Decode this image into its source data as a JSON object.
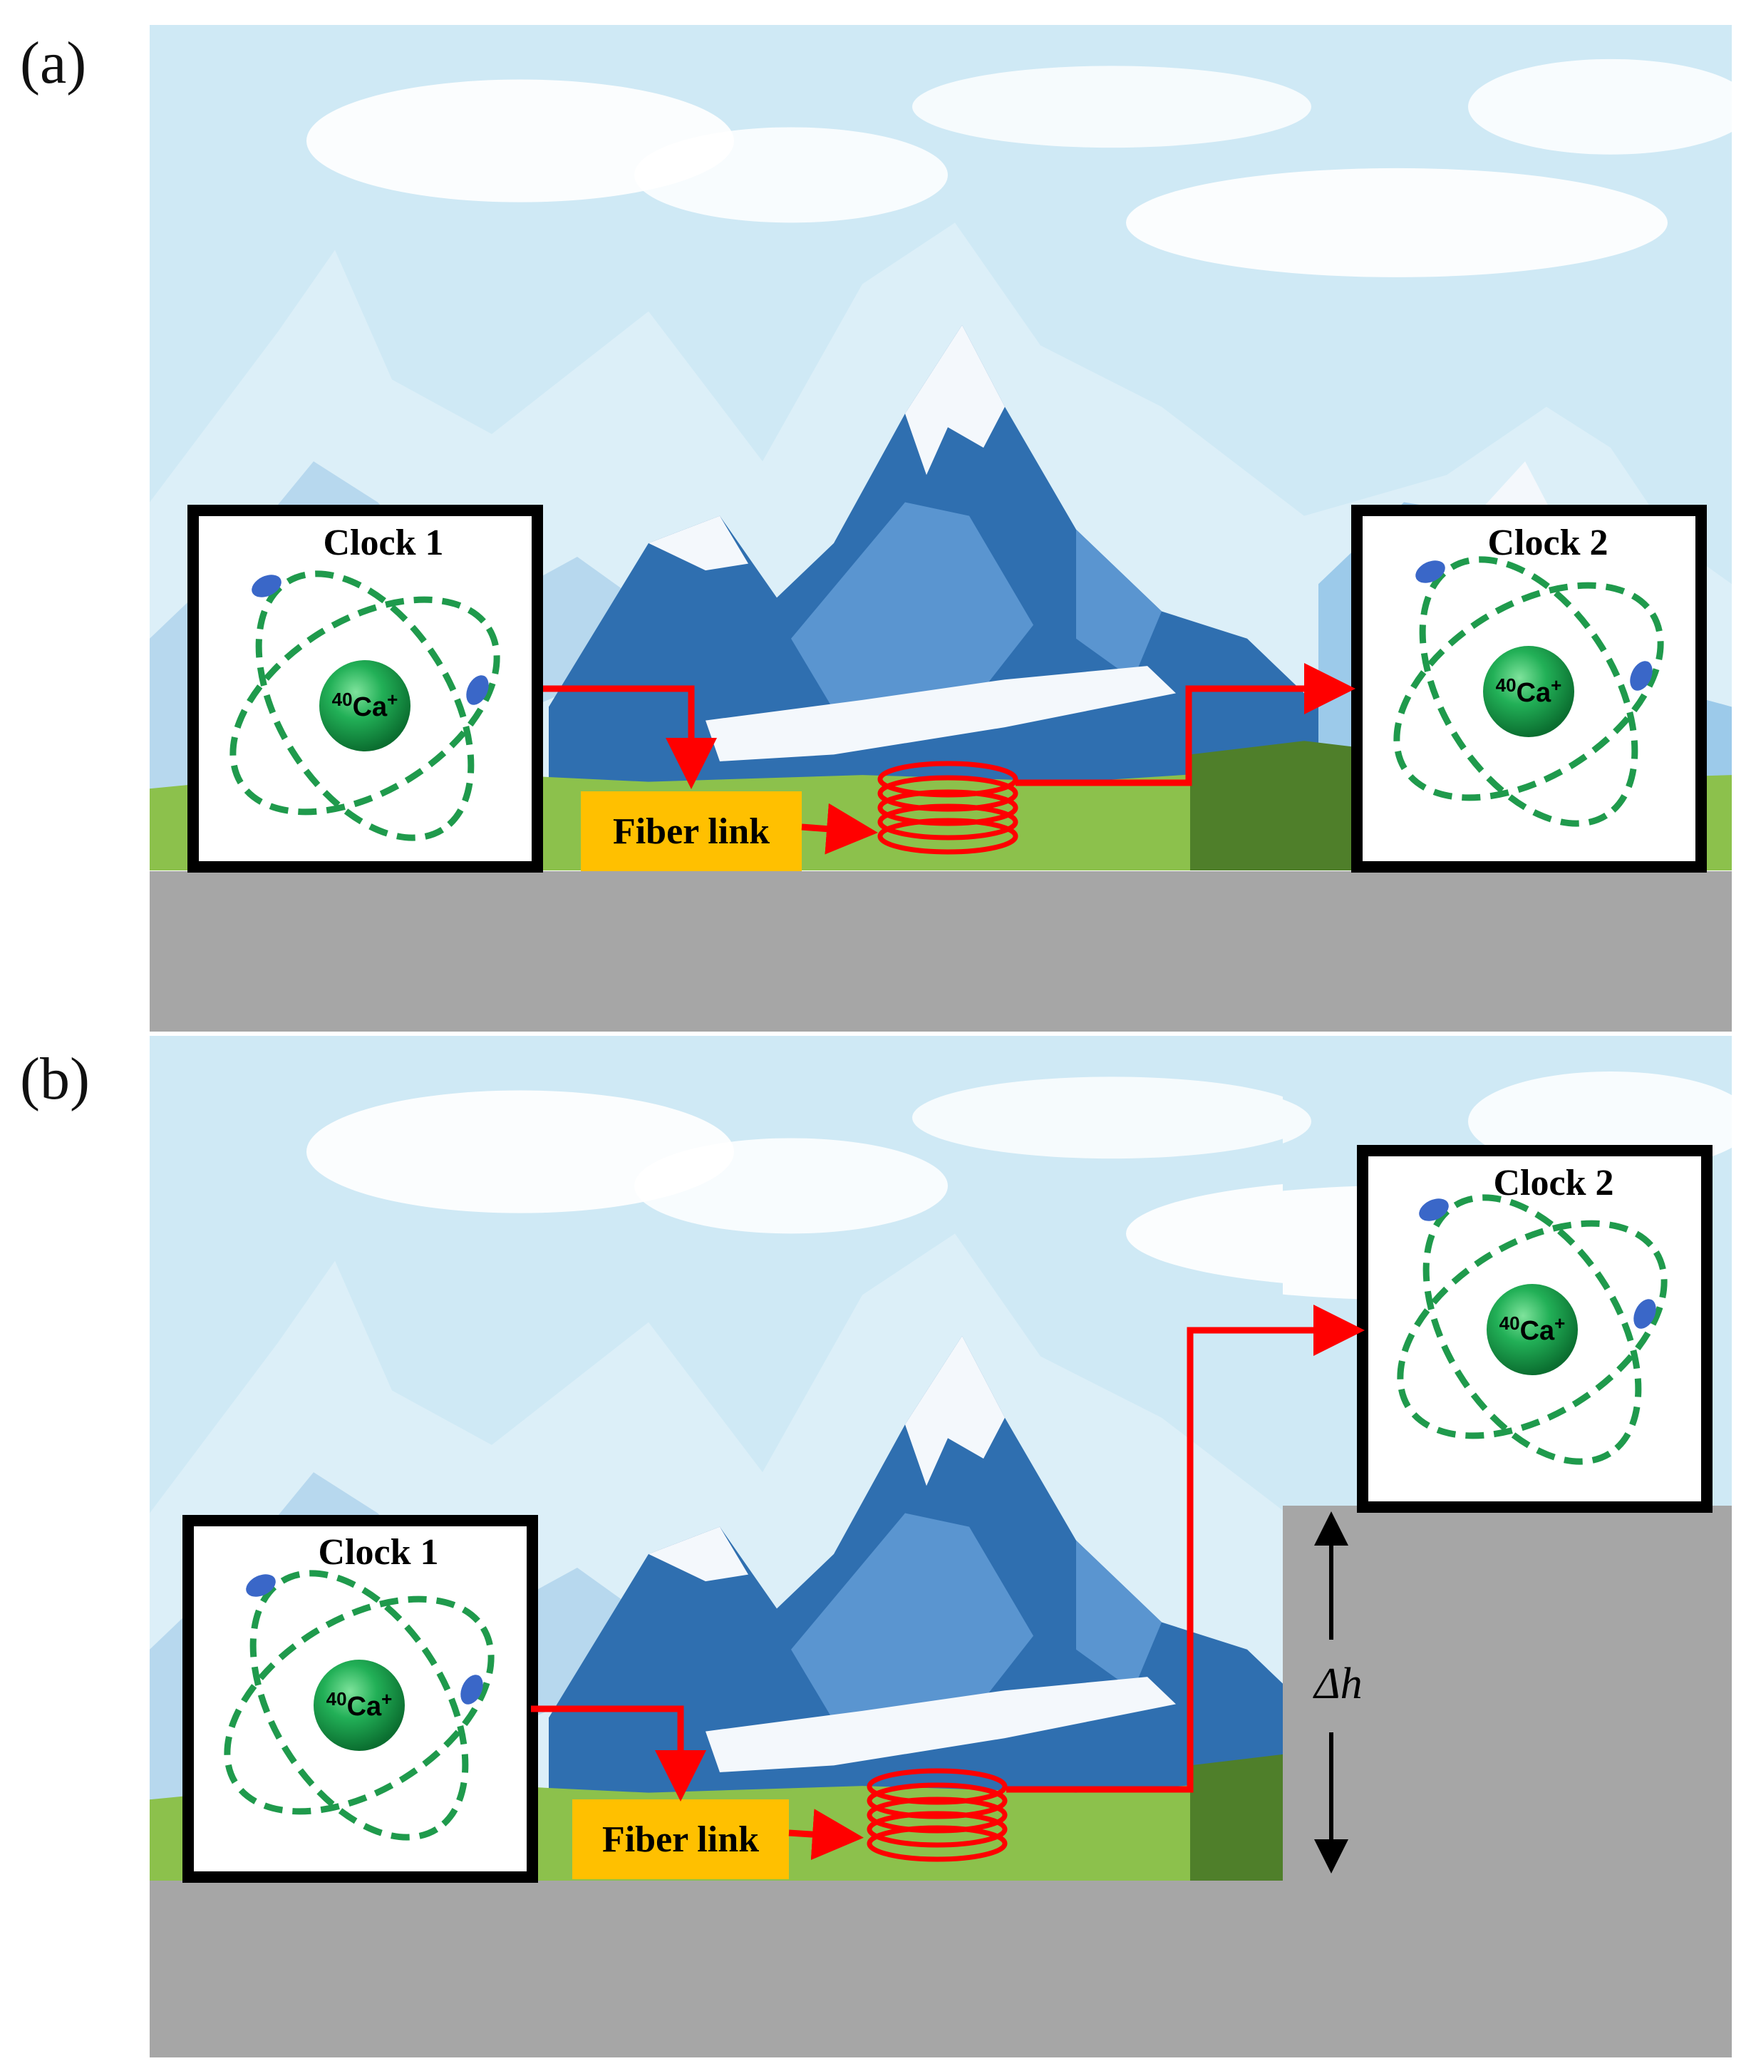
{
  "panels": [
    {
      "label": "(a)",
      "clock1": {
        "title": "Clock 1",
        "ion_base": "Ca",
        "ion_mass": "40",
        "ion_charge": "+"
      },
      "clock2": {
        "title": "Clock 2",
        "ion_base": "Ca",
        "ion_mass": "40",
        "ion_charge": "+"
      },
      "fiber_label": "Fiber link"
    },
    {
      "label": "(b)",
      "clock1": {
        "title": "Clock 1",
        "ion_base": "Ca",
        "ion_mass": "40",
        "ion_charge": "+"
      },
      "clock2": {
        "title": "Clock 2",
        "ion_base": "Ca",
        "ion_mass": "40",
        "ion_charge": "+"
      },
      "fiber_label": "Fiber link",
      "height_label": "Δh"
    }
  ],
  "colors": {
    "sky": "#cfe9f5",
    "mountain_dark": "#2f6fb0",
    "mountain_mid": "#5a95d0",
    "snow": "#f4f8fc",
    "grass": "#8cc14c",
    "ground": "#a6a6a6",
    "fiber_box": "#ffc000",
    "fiber_line": "#ff0000",
    "orbit": "#1f9a4c",
    "nucleus": "#1aa14c",
    "electron": "#3a67c8"
  }
}
